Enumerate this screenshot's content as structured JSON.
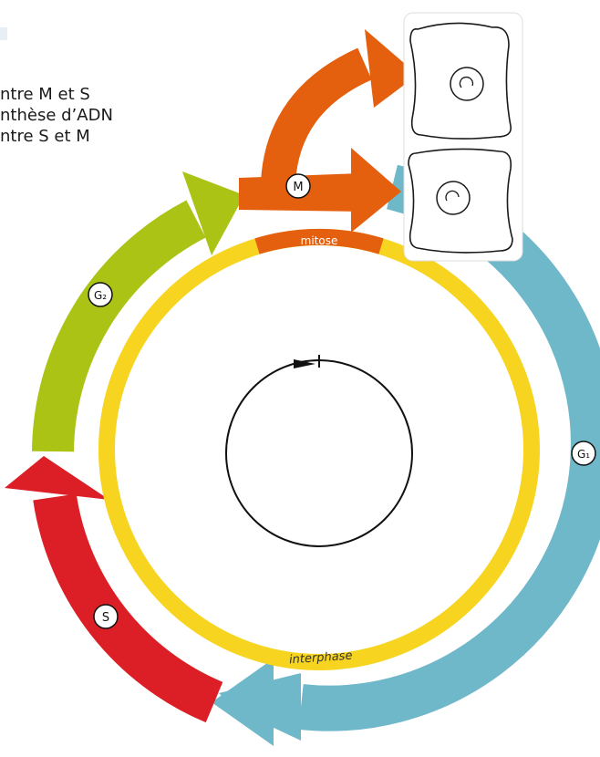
{
  "legend": {
    "lines": [
      "ntre M et S",
      "nthèse d’ADN",
      "ntre S et M"
    ]
  },
  "phases": {
    "m_badge": "M",
    "g2_badge": "G₂",
    "s_badge": "S",
    "g1_badge": "G₁"
  },
  "ring": {
    "mitose_label": "mitose",
    "interphase_label": "interphase"
  },
  "colors": {
    "g1": "#6fb8ca",
    "s": "#dc1f26",
    "g2": "#aac314",
    "m": "#e45f0e",
    "ring": "#f6d41f",
    "mitose_band": "#e45f0e",
    "cell_border": "#1a1a1a"
  },
  "icons": [
    "cell-icon",
    "nucleus-icon",
    "clock-arrow-icon"
  ]
}
